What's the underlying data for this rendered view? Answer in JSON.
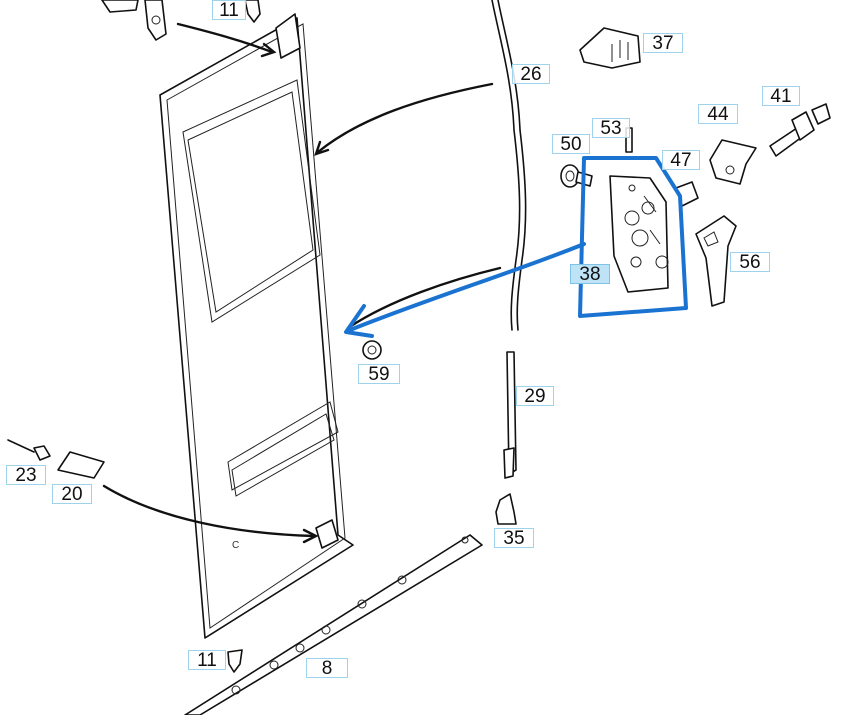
{
  "callouts": [
    {
      "id": "c11a",
      "label": "11"
    },
    {
      "id": "c37",
      "label": "37"
    },
    {
      "id": "c26",
      "label": "26"
    },
    {
      "id": "c41",
      "label": "41"
    },
    {
      "id": "c44",
      "label": "44"
    },
    {
      "id": "c50",
      "label": "50"
    },
    {
      "id": "c53",
      "label": "53"
    },
    {
      "id": "c47",
      "label": "47"
    },
    {
      "id": "c38",
      "label": "38",
      "selected": true
    },
    {
      "id": "c56",
      "label": "56"
    },
    {
      "id": "c59",
      "label": "59"
    },
    {
      "id": "c29",
      "label": "29"
    },
    {
      "id": "c23",
      "label": "23"
    },
    {
      "id": "c20",
      "label": "20"
    },
    {
      "id": "c35",
      "label": "35"
    },
    {
      "id": "c11b",
      "label": "11"
    },
    {
      "id": "c8",
      "label": "8"
    }
  ],
  "colors": {
    "annotation": "#1a73d1",
    "callout_border": "#9fd3ec",
    "callout_selected_fill": "#bfe3f6"
  }
}
